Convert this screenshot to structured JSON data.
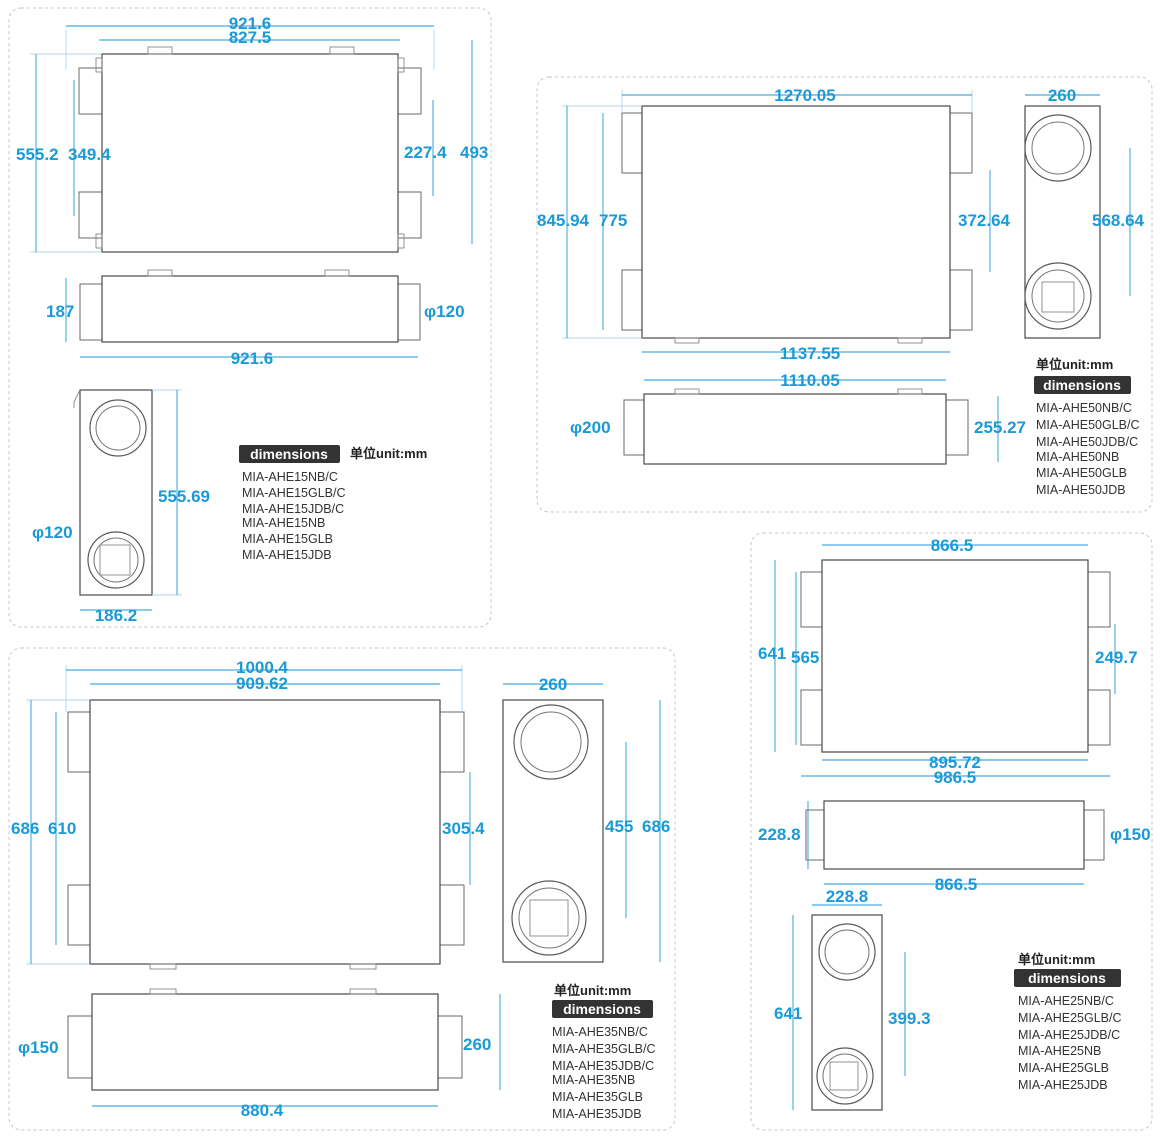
{
  "common": {
    "dimensions_badge": "dimensions",
    "unit_label": "单位unit:mm"
  },
  "ahe15": {
    "top_overall": "921.6",
    "top_inner": "827.5",
    "left_overall": "555.2",
    "left_inner": "349.4",
    "right_inner": "227.4",
    "right_overall": "493",
    "side_height": "187",
    "side_duct": "φ120",
    "side_width": "921.6",
    "end_height": "555.69",
    "end_duct": "φ120",
    "end_width": "186.2",
    "models": [
      "MIA-AHE15NB/C",
      "MIA-AHE15GLB/C",
      "MIA-AHE15JDB/C",
      "MIA-AHE15NB",
      "MIA-AHE15GLB",
      "MIA-AHE15JDB"
    ]
  },
  "ahe50": {
    "top_overall": "1270.05",
    "bottom_inner": "1137.55",
    "left_overall": "845.94",
    "left_inner": "775",
    "right_inner": "372.64",
    "end_width": "260",
    "end_height": "568.64",
    "side_width": "1110.05",
    "side_duct": "φ200",
    "side_height": "255.27",
    "models": [
      "MIA-AHE50NB/C",
      "MIA-AHE50GLB/C",
      "MIA-AHE50JDB/C",
      "MIA-AHE50NB",
      "MIA-AHE50GLB",
      "MIA-AHE50JDB"
    ]
  },
  "ahe35": {
    "top_overall": "1000.4",
    "top_inner": "909.62",
    "left_overall": "686",
    "left_inner": "610",
    "right_inner": "305.4",
    "end_width": "260",
    "end_inner": "455",
    "end_overall": "686",
    "side_duct": "φ150",
    "side_height": "260",
    "side_width": "880.4",
    "models": [
      "MIA-AHE35NB/C",
      "MIA-AHE35GLB/C",
      "MIA-AHE35JDB/C",
      "MIA-AHE35NB",
      "MIA-AHE35GLB",
      "MIA-AHE35JDB"
    ]
  },
  "ahe25": {
    "top_width": "866.5",
    "left_overall": "641",
    "left_inner": "565",
    "right_inner": "249.7",
    "bottom_inner": "895.72",
    "bottom_overall": "986.5",
    "side_height": "228.8",
    "side_duct": "φ150",
    "side_width": "866.5",
    "end_width": "228.8",
    "end_height": "641",
    "end_inner": "399.3",
    "models": [
      "MIA-AHE25NB/C",
      "MIA-AHE25GLB/C",
      "MIA-AHE25JDB/C",
      "MIA-AHE25NB",
      "MIA-AHE25GLB",
      "MIA-AHE25JDB"
    ]
  }
}
